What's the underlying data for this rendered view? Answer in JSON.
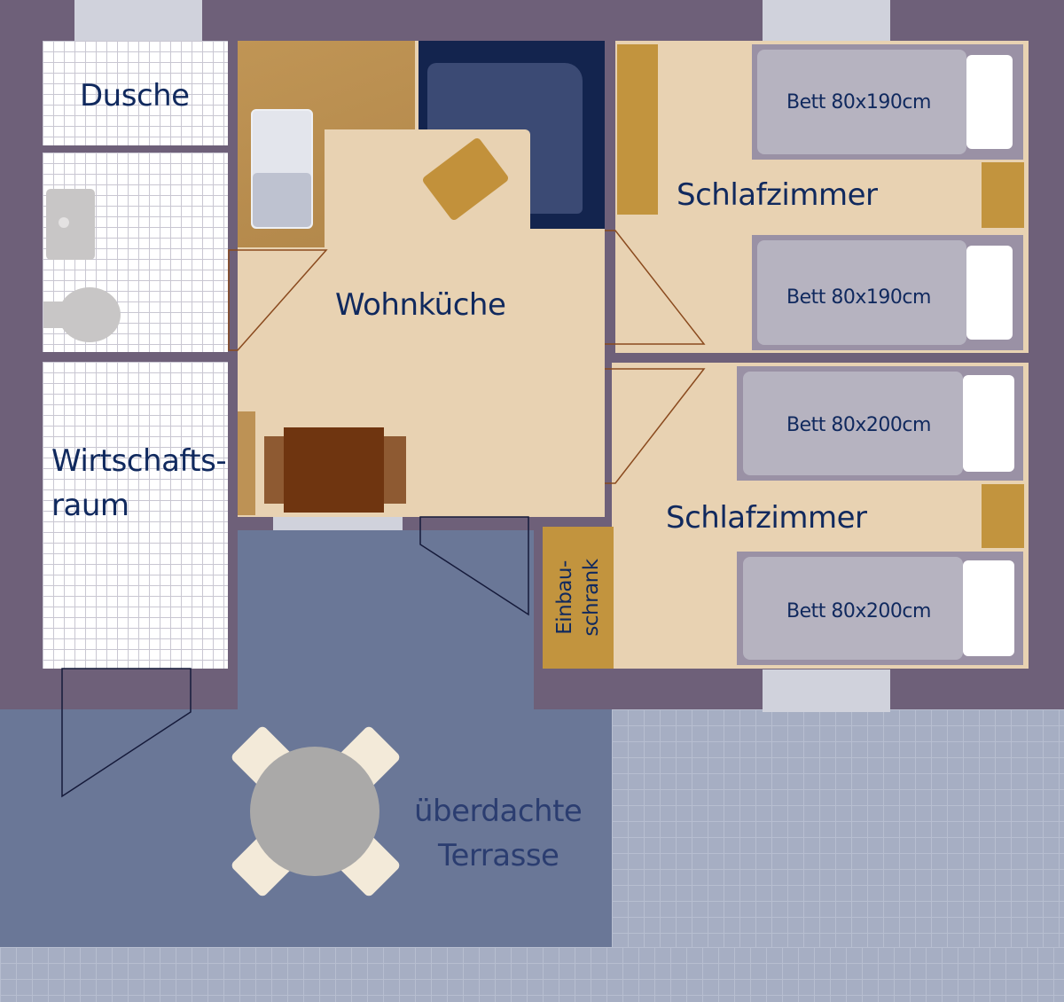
{
  "rooms": {
    "shower": "Dusche",
    "utility_line1": "Wirtschafts-",
    "utility_line2": "raum",
    "living_kitchen": "Wohnküche",
    "bedroom1": "Schlafzimmer",
    "bedroom2": "Schlafzimmer",
    "wardrobe_line1": "Einbau-",
    "wardrobe_line2": "schrank",
    "terrace_line1": "überdachte",
    "terrace_line2": "Terrasse"
  },
  "beds": [
    "Bett 80x190cm",
    "Bett 80x190cm",
    "Bett 80x200cm",
    "Bett 80x200cm"
  ],
  "colors": {
    "wall": "#6e6079",
    "floor": "#e8d2b2",
    "terrace": "#6a7797",
    "text": "#10295e",
    "wood": "#c2943e"
  }
}
